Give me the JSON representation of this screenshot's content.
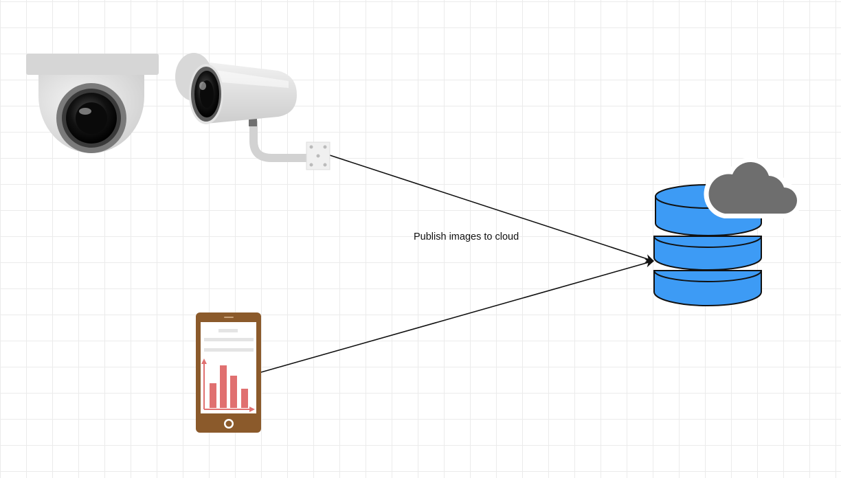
{
  "diagram": {
    "nodes": [
      {
        "id": "dome-camera",
        "icon": "dome-camera-icon"
      },
      {
        "id": "bullet-camera",
        "icon": "bullet-camera-icon"
      },
      {
        "id": "phone",
        "icon": "smartphone-icon"
      },
      {
        "id": "cloud-database",
        "icon": "cloud-database-icon"
      }
    ],
    "edges": [
      {
        "from": "bullet-camera",
        "to": "cloud-database",
        "label": "Publish images to cloud"
      },
      {
        "from": "phone",
        "to": "cloud-database",
        "label": ""
      }
    ]
  },
  "colors": {
    "grid": "#ebebeb",
    "camera_body": "#e8e8e8",
    "lens": "#111111",
    "phone_frame": "#8b5a2b",
    "chart_bars": "#e07070",
    "database": "#3d9bf5",
    "cloud": "#6e6e6e",
    "edge": "#111111"
  }
}
